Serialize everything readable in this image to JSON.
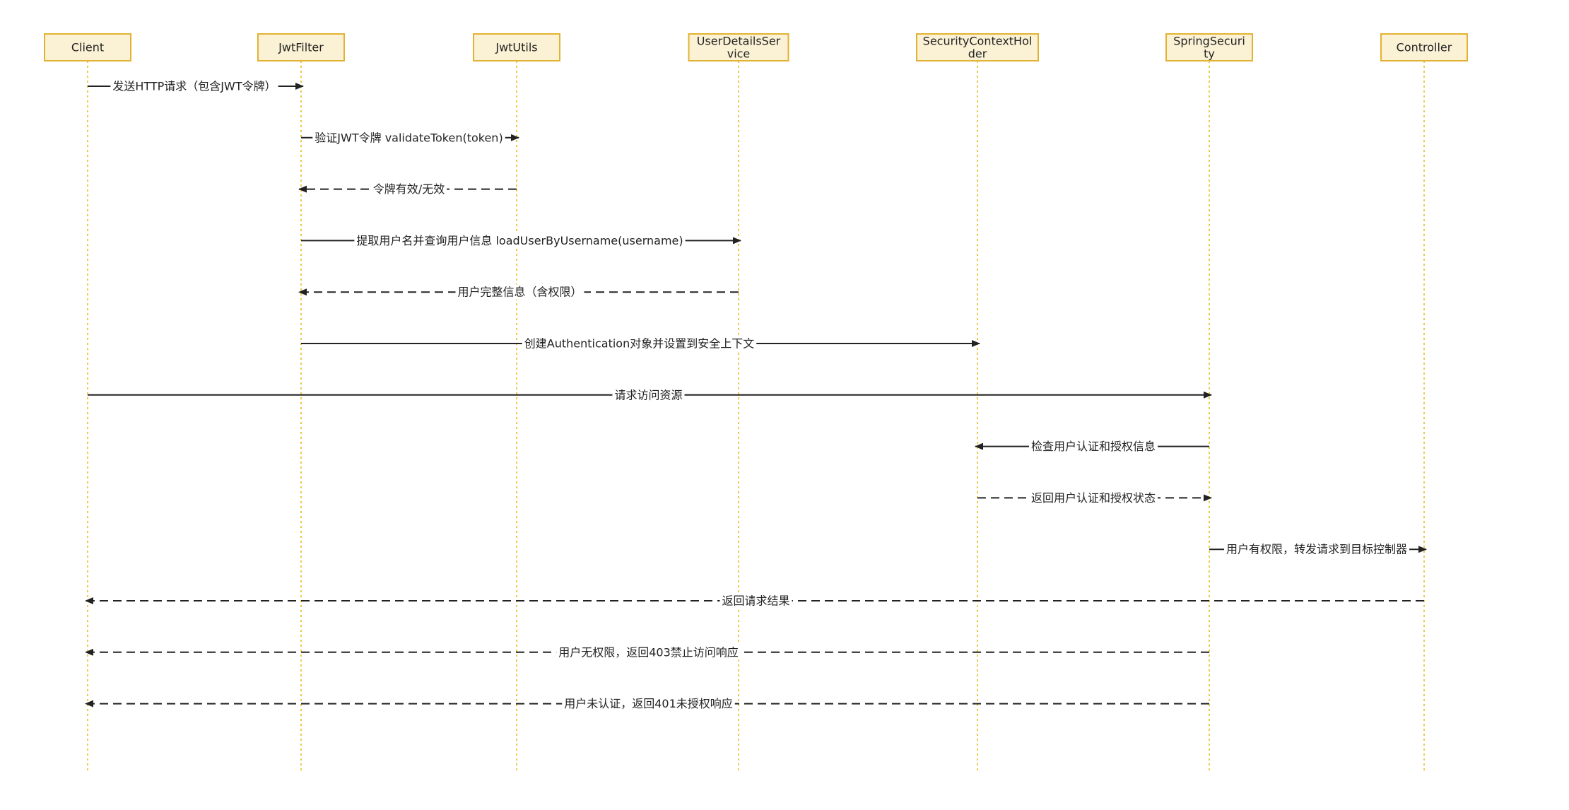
{
  "colors": {
    "box_fill": "#fbf1d4",
    "box_stroke": "#e2b233",
    "lifeline": "#f0c84a",
    "arrow": "#222222",
    "text": "#222222"
  },
  "participants": [
    {
      "id": "client",
      "label": [
        "Client"
      ]
    },
    {
      "id": "jwtfilter",
      "label": [
        "JwtFilter"
      ]
    },
    {
      "id": "jwtutils",
      "label": [
        "JwtUtils"
      ]
    },
    {
      "id": "userdetailsservice",
      "label": [
        "UserDetailsSer",
        "vice"
      ]
    },
    {
      "id": "securitycontextholder",
      "label": [
        "SecurityContextHol",
        "der"
      ]
    },
    {
      "id": "springsecurity",
      "label": [
        "SpringSecuri",
        "ty"
      ]
    },
    {
      "id": "controller",
      "label": [
        "Controller"
      ]
    }
  ],
  "messages": [
    {
      "from": 0,
      "to": 1,
      "dashed": false,
      "label": "发送HTTP请求（包含JWT令牌）"
    },
    {
      "from": 1,
      "to": 2,
      "dashed": false,
      "label": "验证JWT令牌 validateToken(token)"
    },
    {
      "from": 2,
      "to": 1,
      "dashed": true,
      "label": "令牌有效/无效"
    },
    {
      "from": 1,
      "to": 3,
      "dashed": false,
      "label": "提取用户名并查询用户信息 loadUserByUsername(username)"
    },
    {
      "from": 3,
      "to": 1,
      "dashed": true,
      "label": "用户完整信息（含权限）"
    },
    {
      "from": 1,
      "to": 4,
      "dashed": false,
      "label": "创建Authentication对象并设置到安全上下文"
    },
    {
      "from": 0,
      "to": 5,
      "dashed": false,
      "label": "请求访问资源"
    },
    {
      "from": 5,
      "to": 4,
      "dashed": false,
      "label": "检查用户认证和授权信息"
    },
    {
      "from": 4,
      "to": 5,
      "dashed": true,
      "label": "返回用户认证和授权状态"
    },
    {
      "from": 5,
      "to": 6,
      "dashed": false,
      "label": "用户有权限，转发请求到目标控制器"
    },
    {
      "from": 6,
      "to": 0,
      "dashed": true,
      "label": "返回请求结果"
    },
    {
      "from": 5,
      "to": 0,
      "dashed": true,
      "label": "用户无权限，返回403禁止访问响应"
    },
    {
      "from": 5,
      "to": 0,
      "dashed": true,
      "label": "用户未认证，返回401未授权响应"
    }
  ]
}
